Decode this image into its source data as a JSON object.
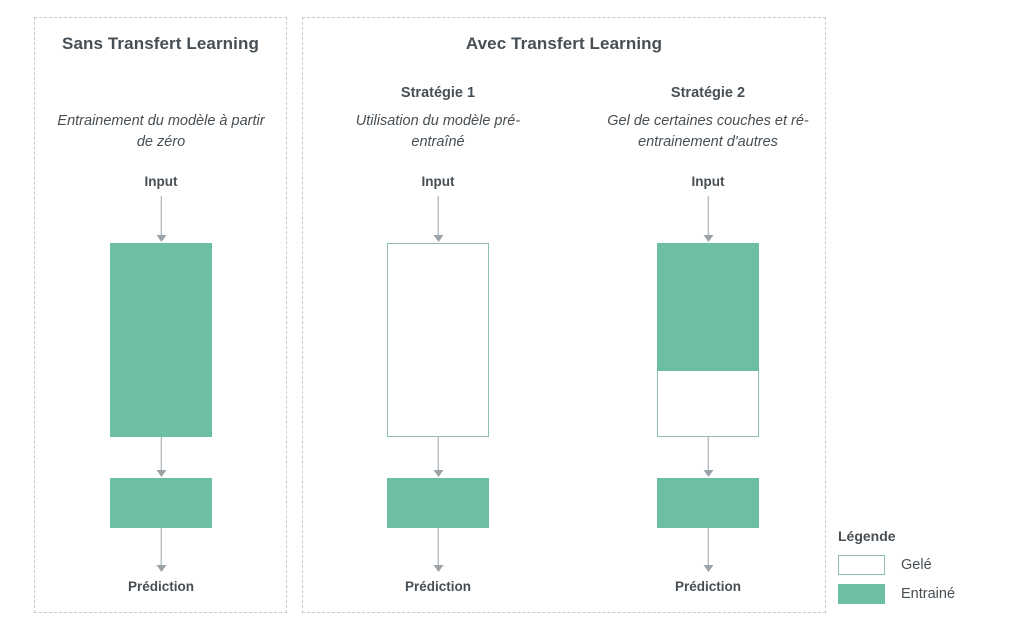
{
  "colors": {
    "trained_fill": "#6cbfa3",
    "frozen_fill": "#ffffff",
    "box_border": "#8fbfae",
    "arrow": "#9aa3a8",
    "text": "#474f55",
    "panel_border": "#c9c9c9"
  },
  "panels": [
    {
      "id": "left",
      "title": "Sans Transfert Learning",
      "columns": [
        {
          "id": "scratch",
          "strategy_title": "",
          "subtitle": "Entrainement du modèle à partir de zéro",
          "input_label": "Input",
          "prediction_label": "Prédiction",
          "main_block": {
            "type": "single",
            "state": "trained"
          },
          "head_block": {
            "state": "trained"
          }
        }
      ]
    },
    {
      "id": "right",
      "title": "Avec Transfert Learning",
      "columns": [
        {
          "id": "strategy-1",
          "strategy_title": "Stratégie 1",
          "subtitle": "Utilisation du modèle pré-entraîné",
          "input_label": "Input",
          "prediction_label": "Prédiction",
          "main_block": {
            "type": "single",
            "state": "frozen"
          },
          "head_block": {
            "state": "trained"
          }
        },
        {
          "id": "strategy-2",
          "strategy_title": "Stratégie 2",
          "subtitle": "Gel de certaines couches et ré-entrainement d'autres",
          "input_label": "Input",
          "prediction_label": "Prédiction",
          "main_block": {
            "type": "split",
            "top_state": "trained",
            "bottom_state": "frozen"
          },
          "head_block": {
            "state": "trained"
          }
        }
      ]
    }
  ],
  "legend": {
    "title": "Légende",
    "items": [
      {
        "label": "Gelé",
        "state": "frozen"
      },
      {
        "label": "Entrainé",
        "state": "trained"
      }
    ]
  }
}
